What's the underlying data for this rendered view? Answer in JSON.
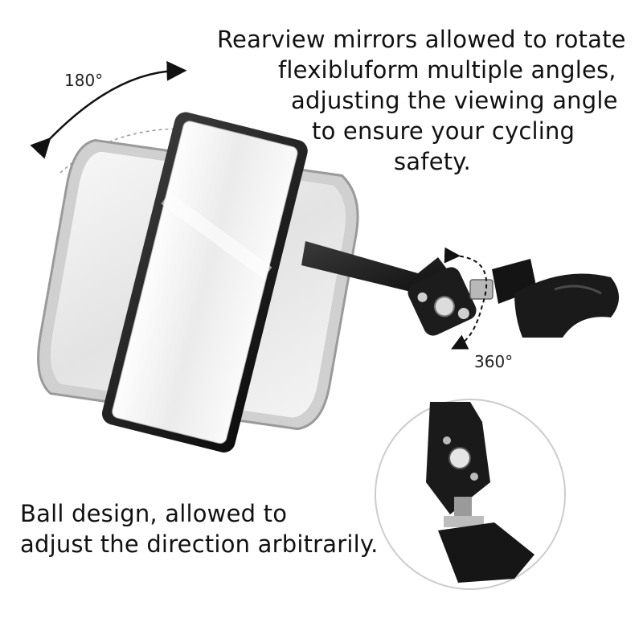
{
  "captions": {
    "top": [
      "Rearview mirrors allowed to rotate",
      "flexibluform multiple angles,",
      "adjusting the viewing angle",
      "to ensure your cycling",
      "safety."
    ],
    "bottom": [
      "Ball design, allowed to",
      "adjust the direction arbitrarily."
    ]
  },
  "angles": {
    "top_label": "180°",
    "side_label": "360°"
  },
  "icons": {
    "top_arrow": "curved-double-arrow-icon",
    "side_arrow": "curved-double-arrow-icon"
  },
  "colors": {
    "text": "#111111",
    "mirror_frame": "#1a1a1a",
    "mirror_glass": "#eeeeee",
    "bracket": "#151515"
  }
}
